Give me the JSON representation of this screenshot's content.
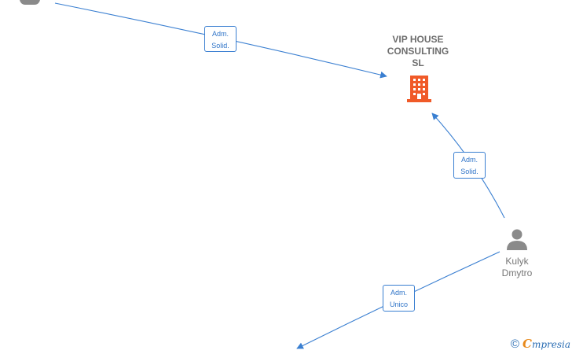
{
  "company": {
    "name_lines": [
      "VIP HOUSE",
      "CONSULTING",
      "SL"
    ],
    "icon": "building-icon",
    "icon_color": "#f05a28"
  },
  "persons": [
    {
      "name_lines": [
        "Kulyk",
        "Dmytro"
      ],
      "icon": "person-icon"
    },
    {
      "name_lines": [],
      "icon": "person-icon"
    }
  ],
  "relations": [
    {
      "label_lines": [
        "Adm.",
        "Solid."
      ]
    },
    {
      "label_lines": [
        "Adm.",
        "Solid."
      ]
    },
    {
      "label_lines": [
        "Adm.",
        "Unico"
      ]
    }
  ],
  "colors": {
    "edge": "#3a7fd1",
    "person_icon": "#8a8a8a",
    "label_text": "#2f74c8"
  },
  "brand": {
    "copyright": "©",
    "initial": "C",
    "word": "mpresia"
  }
}
